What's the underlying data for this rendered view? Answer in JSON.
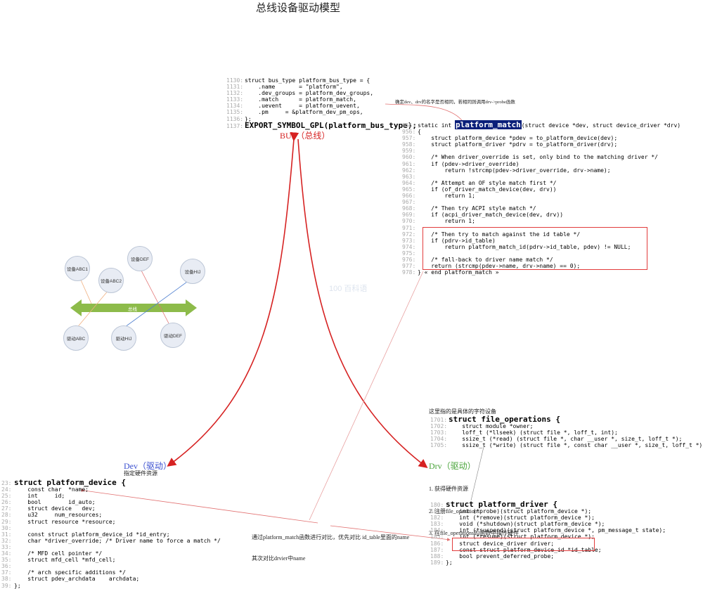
{
  "title": "总线设备驱动模型",
  "labels": {
    "bus": "BUS（总线）",
    "dev": "Dev（驱动）",
    "drv": "Drv（驱动）"
  },
  "captions": {
    "dev_caption": "指定硬件资源",
    "match_note": "确定dev、drv的名字是否相同，若相同则调用drv->probe函数",
    "fops_note": "这里指的是具体的字符设备",
    "drv_steps": [
      "1. 获得硬件资源",
      "2. 注册file_operations",
      "3. 在file_operations的函数中操作硬件"
    ],
    "compare_note": [
      "通过platform_match函数进行对比，优先对比 id_table里面的name",
      "其次对比drvier中name"
    ]
  },
  "bus_code": [
    {
      "n": "1130:",
      "t": "struct bus_type platform_bus_type = {"
    },
    {
      "n": "1131:",
      "t": "    .name       = \"platform\","
    },
    {
      "n": "1132:",
      "t": "    .dev_groups = platform_dev_groups,"
    },
    {
      "n": "1133:",
      "t": "    .match      = platform_match,"
    },
    {
      "n": "1134:",
      "t": "    .uevent     = platform_uevent,"
    },
    {
      "n": "1135:",
      "t": "    .pm     = &platform_dev_pm_ops,"
    },
    {
      "n": "1136:",
      "t": "};"
    },
    {
      "n": "1137:",
      "t": "EXPORT_SYMBOL_GPL(platform_bus_type);"
    }
  ],
  "match_code": [
    {
      "n": "955:",
      "t": "static int platform_match(struct device *dev, struct device_driver *drv)"
    },
    {
      "n": "956:",
      "t": "{"
    },
    {
      "n": "957:",
      "t": "    struct platform_device *pdev = to_platform_device(dev);"
    },
    {
      "n": "958:",
      "t": "    struct platform_driver *pdrv = to_platform_driver(drv);"
    },
    {
      "n": "959:",
      "t": ""
    },
    {
      "n": "960:",
      "t": "    /* When driver_override is set, only bind to the matching driver */"
    },
    {
      "n": "961:",
      "t": "    if (pdev->driver_override)"
    },
    {
      "n": "962:",
      "t": "        return !strcmp(pdev->driver_override, drv->name);"
    },
    {
      "n": "963:",
      "t": ""
    },
    {
      "n": "964:",
      "t": "    /* Attempt an OF style match first */"
    },
    {
      "n": "965:",
      "t": "    if (of_driver_match_device(dev, drv))"
    },
    {
      "n": "966:",
      "t": "        return 1;"
    },
    {
      "n": "967:",
      "t": ""
    },
    {
      "n": "968:",
      "t": "    /* Then try ACPI style match */"
    },
    {
      "n": "969:",
      "t": "    if (acpi_driver_match_device(dev, drv))"
    },
    {
      "n": "970:",
      "t": "        return 1;"
    },
    {
      "n": "971:",
      "t": ""
    },
    {
      "n": "972:",
      "t": "    /* Then try to match against the id table */"
    },
    {
      "n": "973:",
      "t": "    if (pdrv->id_table)"
    },
    {
      "n": "974:",
      "t": "        return platform_match_id(pdrv->id_table, pdev) != NULL;"
    },
    {
      "n": "975:",
      "t": ""
    },
    {
      "n": "976:",
      "t": "    /* fall-back to driver name match */"
    },
    {
      "n": "977:",
      "t": "    return (strcmp(pdev->name, drv->name) == 0);"
    },
    {
      "n": "978:",
      "t": "} « end platform_match »"
    }
  ],
  "fops_code": [
    {
      "n": "1701:",
      "t": "struct file_operations {"
    },
    {
      "n": "1702:",
      "t": "    struct module *owner;"
    },
    {
      "n": "1703:",
      "t": "    loff_t (*llseek) (struct file *, loff_t, int);"
    },
    {
      "n": "1704:",
      "t": "    ssize_t (*read) (struct file *, char __user *, size_t, loff_t *);"
    },
    {
      "n": "1705:",
      "t": "    ssize_t (*write) (struct file *, const char __user *, size_t, loff_t *);"
    }
  ],
  "pdev_code": [
    {
      "n": "23:",
      "t": "struct platform_device {"
    },
    {
      "n": "24:",
      "t": "    const char  *name;"
    },
    {
      "n": "25:",
      "t": "    int     id;"
    },
    {
      "n": "26:",
      "t": "    bool        id_auto;"
    },
    {
      "n": "27:",
      "t": "    struct device   dev;"
    },
    {
      "n": "28:",
      "t": "    u32     num_resources;"
    },
    {
      "n": "29:",
      "t": "    struct resource *resource;"
    },
    {
      "n": "30:",
      "t": ""
    },
    {
      "n": "31:",
      "t": "    const struct platform_device_id *id_entry;"
    },
    {
      "n": "32:",
      "t": "    char *driver_override; /* Driver name to force a match */"
    },
    {
      "n": "33:",
      "t": ""
    },
    {
      "n": "34:",
      "t": "    /* MFD cell pointer */"
    },
    {
      "n": "35:",
      "t": "    struct mfd_cell *mfd_cell;"
    },
    {
      "n": "36:",
      "t": ""
    },
    {
      "n": "37:",
      "t": "    /* arch specific additions */"
    },
    {
      "n": "38:",
      "t": "    struct pdev_archdata    archdata;"
    },
    {
      "n": "39:",
      "t": "};"
    }
  ],
  "pdrv_code": [
    {
      "n": "180:",
      "t": "struct platform_driver {"
    },
    {
      "n": "181:",
      "t": "    int (*probe)(struct platform_device *);"
    },
    {
      "n": "182:",
      "t": "    int (*remove)(struct platform_device *);"
    },
    {
      "n": "183:",
      "t": "    void (*shutdown)(struct platform_device *);"
    },
    {
      "n": "184:",
      "t": "    int (*suspend)(struct platform_device *, pm_message_t state);"
    },
    {
      "n": "185:",
      "t": "    int (*resume)(struct platform_device *);"
    },
    {
      "n": "186:",
      "t": "    struct device_driver driver;"
    },
    {
      "n": "187:",
      "t": "    const struct platform_device_id *id_table;"
    },
    {
      "n": "188:",
      "t": "    bool prevent_deferred_probe;"
    },
    {
      "n": "189:",
      "t": "};"
    }
  ],
  "mini_diagram": {
    "bus_label": "总线",
    "devices": [
      "设备ABC1",
      "设备ABC2",
      "设备DEF",
      "设备HIJ"
    ],
    "drivers": [
      "驱动ABC",
      "驱动HIJ",
      "驱动DEF"
    ]
  },
  "watermark": "100 百科语",
  "colors": {
    "arrow": "#d62222",
    "bus_arrow": "#8dbb4a",
    "highlight": "#0a1f7a",
    "box": "#e23c3c"
  }
}
